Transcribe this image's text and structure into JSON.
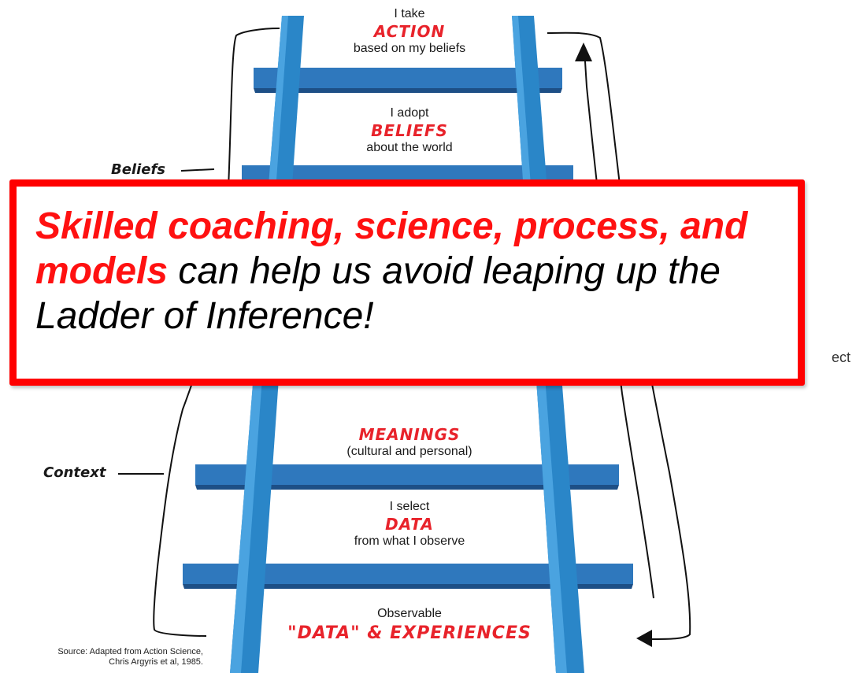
{
  "ladder_steps": [
    {
      "pre": "I take",
      "keyword": "ACTION",
      "post": "based on my beliefs"
    },
    {
      "pre": "I adopt",
      "keyword": "BELIEFS",
      "post": "about the world"
    },
    {
      "pre": "",
      "keyword": "MEANINGS",
      "post": "(cultural and personal)"
    },
    {
      "pre": "I select",
      "keyword": "DATA",
      "post": "from what I observe"
    },
    {
      "pre": "Observable",
      "keyword": "\"DATA\" & EXPERIENCES",
      "post": ""
    }
  ],
  "side_labels": {
    "beliefs": "Beliefs",
    "context": "Context",
    "clipped_right": "ect"
  },
  "source": {
    "line1": "Source: Adapted from Action Science,",
    "line2": "Chris Argyris et al, 1985."
  },
  "callout": {
    "highlight": "Skilled coaching, science, process, and models",
    "rest": " can help us avoid leaping up the Ladder of Inference!"
  },
  "colors": {
    "rail": "#2a86c8",
    "rung_top": "#2f78bd",
    "rung_bottom": "#1d4f86",
    "keyword": "#e8232b",
    "callout_border": "#ff0000",
    "callout_highlight": "#ff1111"
  }
}
